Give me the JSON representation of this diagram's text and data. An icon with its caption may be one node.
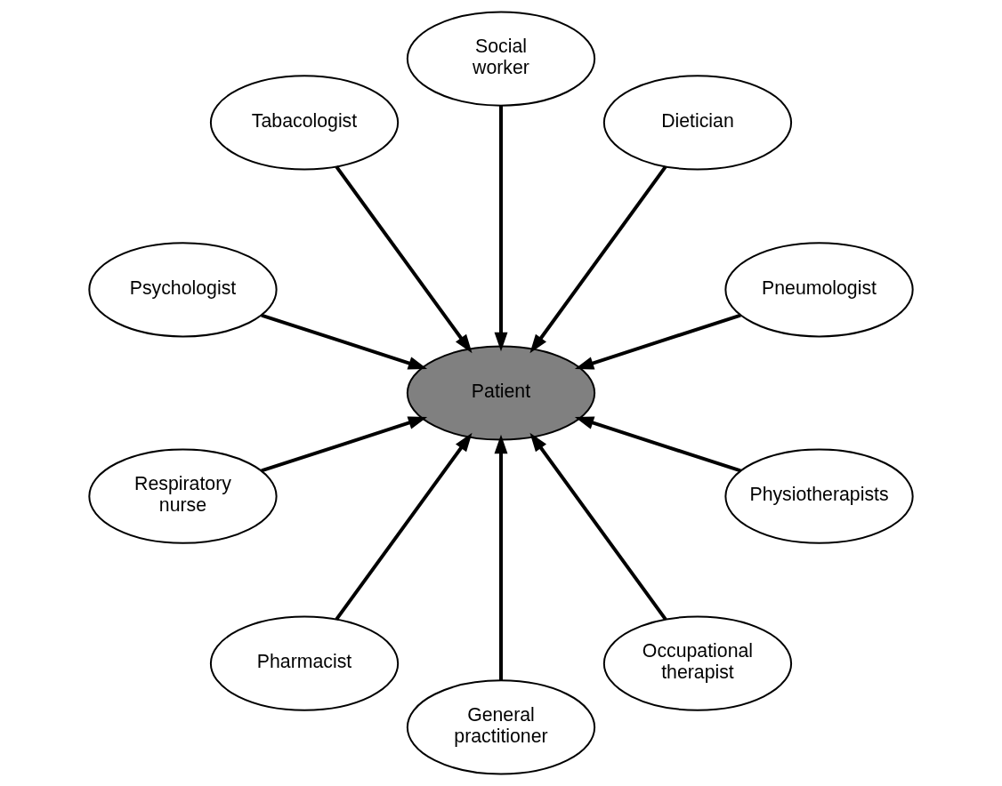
{
  "diagram": {
    "nodes": [
      {
        "text": [
          "Pneumologist"
        ]
      },
      {
        "text": [
          "Dietician"
        ]
      },
      {
        "text": [
          "Social worker"
        ]
      },
      {
        "text": [
          "Tabacologist"
        ]
      },
      {
        "text": [
          "Psychologist"
        ]
      },
      {
        "text": [
          "Patient"
        ]
      },
      {
        "text": [
          "Respiratory nurse"
        ]
      },
      {
        "text": [
          "Pharmacist"
        ]
      },
      {
        "text": [
          "General practitioner"
        ]
      },
      {
        "text": [
          "Occupational therapist"
        ]
      },
      {
        "text": [
          "Physiotherapists"
        ]
      }
    ],
    "edges": [
      {
        "from": 0,
        "to": 5,
        "arrow": "to"
      },
      {
        "from": 1,
        "to": 5,
        "arrow": "to"
      },
      {
        "from": 2,
        "to": 5,
        "arrow": "to"
      },
      {
        "from": 3,
        "to": 5,
        "arrow": "to"
      },
      {
        "from": 4,
        "to": 5,
        "arrow": "to"
      },
      {
        "from": 6,
        "to": 5,
        "arrow": "to"
      },
      {
        "from": 7,
        "to": 5,
        "arrow": "to"
      },
      {
        "from": 8,
        "to": 5,
        "arrow": "to"
      },
      {
        "from": 9,
        "to": 5,
        "arrow": "to"
      },
      {
        "from": 10,
        "to": 5,
        "arrow": "to"
      }
    ]
  }
}
